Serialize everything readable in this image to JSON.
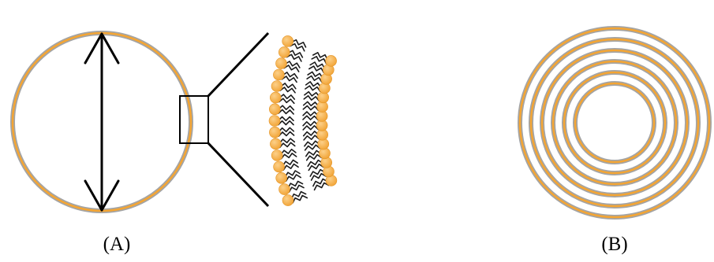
{
  "panels": [
    {
      "label": "(A)"
    },
    {
      "label": "(B)"
    }
  ],
  "colors": {
    "membrane_gray": "#a4a4a4",
    "membrane_orange": "#f4a533",
    "lipid_head": "#f2a63a",
    "lipid_head_highlight": "#fcd089",
    "lipid_tail": "#1a1a1a",
    "line": "#000000"
  },
  "diagram": {
    "vesicle_a": "unilamellar-vesicle",
    "vesicle_b": "multilamellar-vesicle",
    "multilamellar_layer_count": 6,
    "zoom_detail": "lipid-bilayer"
  }
}
